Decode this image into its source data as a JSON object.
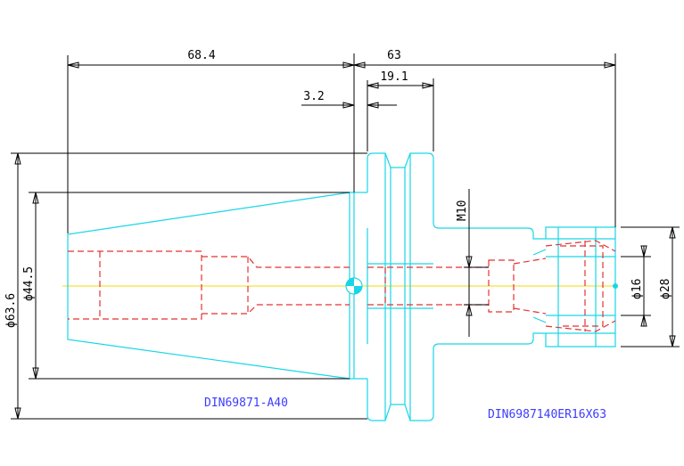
{
  "dimensions": {
    "len_taper": "68.4",
    "len_holder": "63",
    "len_flange": "19.1",
    "len_gap": "3.2",
    "thread": "M10",
    "dia_flange": "ϕ63.6",
    "dia_taper": "ϕ44.5",
    "dia_bore": "ϕ16",
    "dia_nut": "ϕ28"
  },
  "labels": {
    "taper_spec": "DIN69871-A40",
    "holder_spec": "DIN6987140ER16X63"
  },
  "colors": {
    "outline": "#19d6e6",
    "hidden": "#e53232",
    "centerline": "#f2e23a",
    "dimension": "#000000",
    "label": "#3c3cff"
  }
}
